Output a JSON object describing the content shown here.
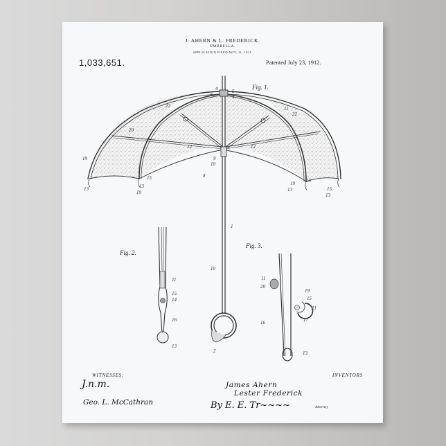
{
  "poster": {
    "header": {
      "inventors_line": "J. AHERN & L. FREDERICK.",
      "title": "UMBRELLA.",
      "application_filed": "APPLICATION FILED NOV. 11, 1911.",
      "patent_number": "1,033,651.",
      "patented_date": "Patented July 23, 1912."
    },
    "figures": {
      "fig1": {
        "label": "Fig. 1."
      },
      "fig2": {
        "label": "Fig. 2."
      },
      "fig3": {
        "label": "Fig. 3."
      }
    },
    "reference_numerals": {
      "fig1": [
        "4",
        "6",
        "5",
        "3",
        "11",
        "22",
        "22",
        "20",
        "12",
        "12",
        "9",
        "10",
        "8",
        "19",
        "13",
        "15",
        "13",
        "19",
        "19",
        "15",
        "13",
        "15",
        "13",
        "1",
        "10",
        "2"
      ],
      "fig2": [
        "11",
        "15",
        "14",
        "16",
        "13"
      ],
      "fig3": [
        "11",
        "20",
        "19",
        "15",
        "21",
        "16",
        "17",
        "13"
      ]
    },
    "footer": {
      "witnesses_label": "WITNESSES:",
      "witness_1": "J.n.m.",
      "witness_2": "Geo. L. McCathran",
      "inventors_label": "INVENTORS",
      "inventor_1": "James Ahern",
      "inventor_2": "Lester Frederick",
      "attorney_signature": "By E. E. Tr~~~~",
      "attorney_label": "Attorney"
    }
  },
  "colors": {
    "paper": "#f7f8f9",
    "ink": "#222222",
    "wall_left": "#dadada",
    "wall_right": "#bab8b6"
  }
}
